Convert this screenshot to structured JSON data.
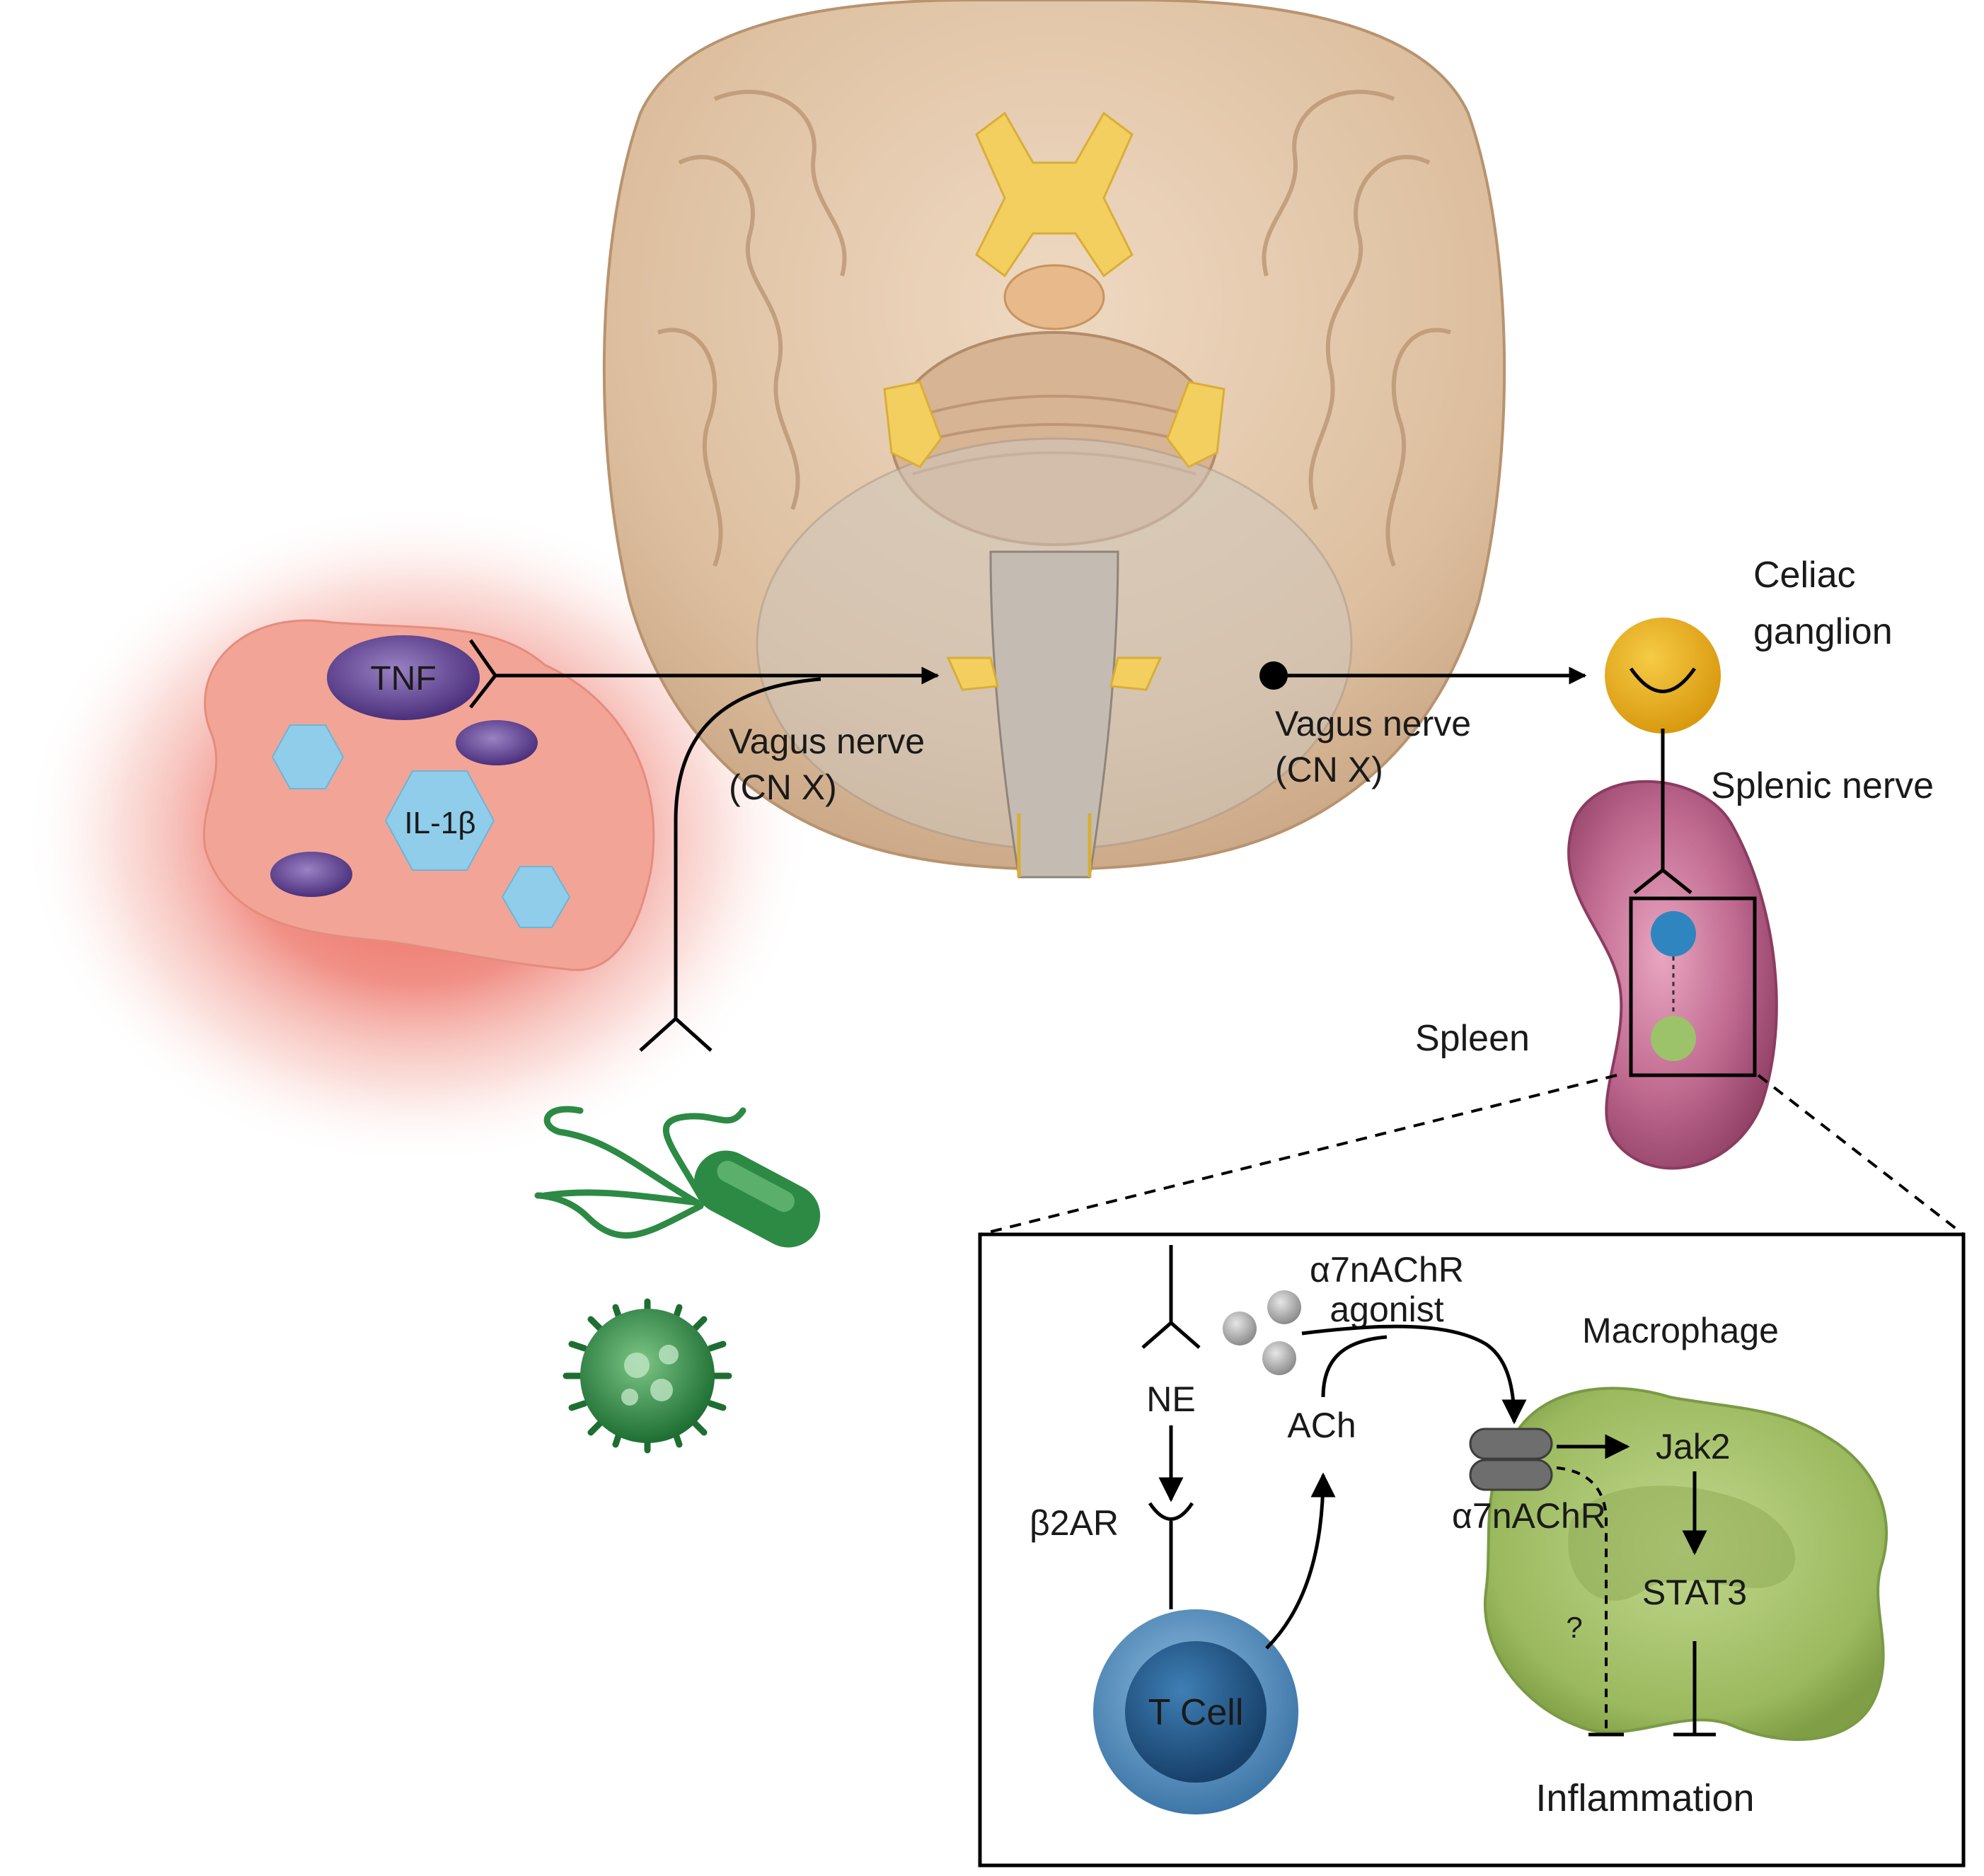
{
  "inflamed_tissue": {
    "cytokine_tnf": "TNF",
    "cytokine_il1b": "IL-1β"
  },
  "afferent": {
    "label_line1": "Vagus nerve",
    "label_line2": "(CN X)"
  },
  "efferent": {
    "label_line1": "Vagus nerve",
    "label_line2": "(CN X)"
  },
  "celiac": {
    "label_line1": "Celiac",
    "label_line2": "ganglion"
  },
  "splenic_nerve": {
    "label": "Splenic nerve"
  },
  "spleen": {
    "label": "Spleen"
  },
  "inset": {
    "agonist_line1": "α7nAChR",
    "agonist_line2": "agonist",
    "ne": "NE",
    "ach": "ACh",
    "b2ar": "β2AR",
    "receptor": "α7nAChR",
    "macrophage": "Macrophage",
    "jak2": "Jak2",
    "stat3": "STAT3",
    "question": "?",
    "tcell": "T Cell",
    "inflammation": "Inflammation"
  },
  "colors": {
    "inflammation_glow": "#e8554a",
    "tissue": "#f2a596",
    "tnf": "#6b4c9a",
    "il1b": "#8fcdea",
    "brain": "#e3c7aa",
    "cranial_nerve": "#f3cf5f",
    "celiac": "#e8b21c",
    "spleen": "#b85a83",
    "macrophage": "#a6c267",
    "tcell": "#3f7aa8",
    "bacteria": "#2d8a44"
  }
}
